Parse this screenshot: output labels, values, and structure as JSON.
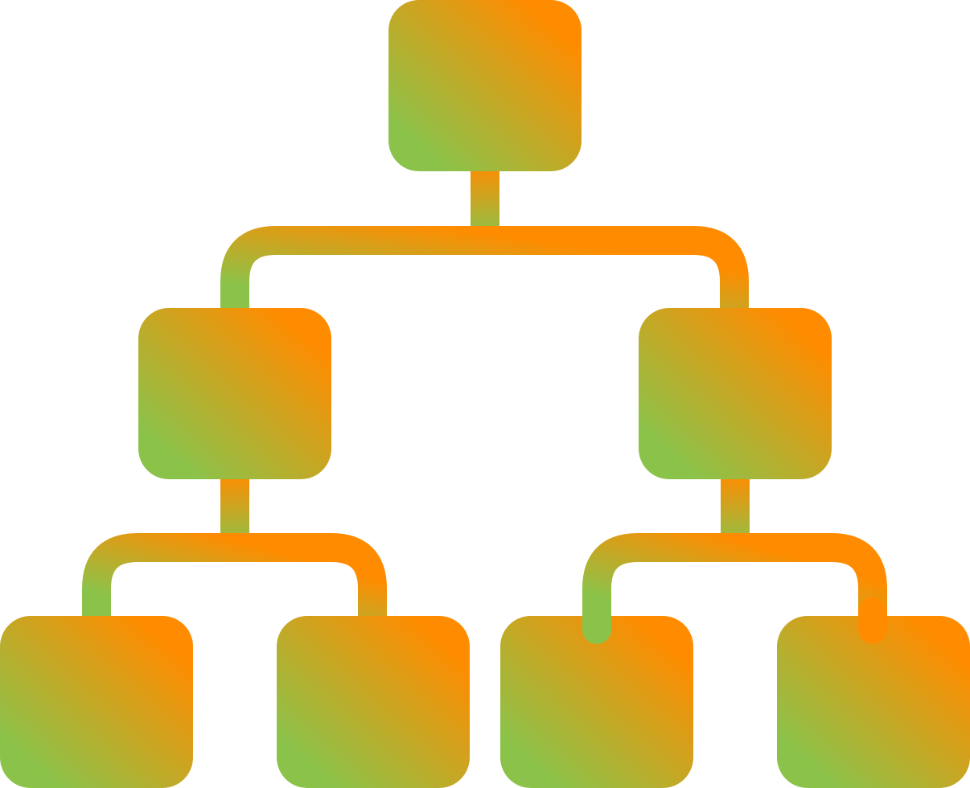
{
  "diagram": {
    "type": "hierarchy-tree",
    "icon": "org-chart-icon",
    "colors": {
      "gradient_green": "#8bc34a",
      "gradient_orange": "#ff8c00",
      "background": "#ffffff"
    },
    "nodes": [
      {
        "id": "root",
        "level": 0
      },
      {
        "id": "left",
        "level": 1,
        "parent": "root"
      },
      {
        "id": "right",
        "level": 1,
        "parent": "root"
      },
      {
        "id": "left-left",
        "level": 2,
        "parent": "left"
      },
      {
        "id": "left-right",
        "level": 2,
        "parent": "left"
      },
      {
        "id": "right-left",
        "level": 2,
        "parent": "right"
      },
      {
        "id": "right-right",
        "level": 2,
        "parent": "right"
      }
    ]
  }
}
